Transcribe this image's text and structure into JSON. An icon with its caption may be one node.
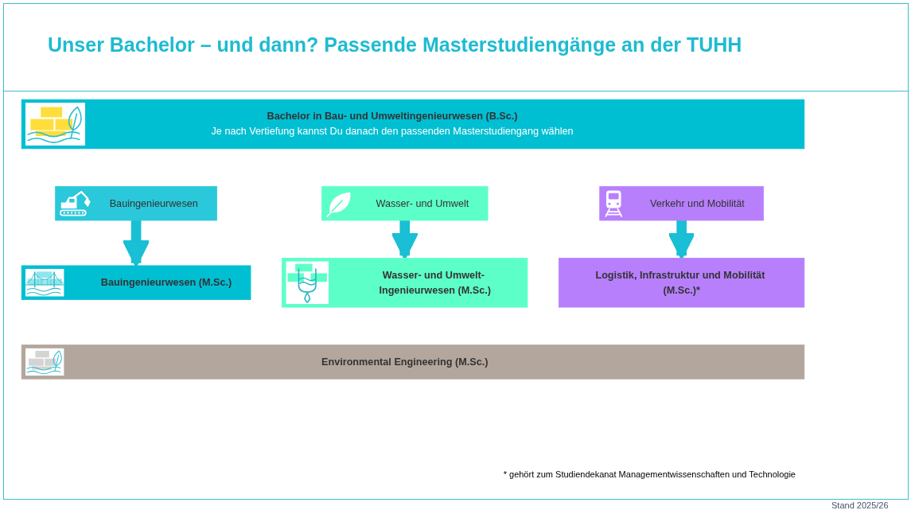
{
  "diagram": {
    "title": "Unser Bachelor – und dann? Passende Masterstudiengänge an der TUHH",
    "nodes": [
      {
        "text": [
          "Bachelor in Bau- und Umweltingenieurwesen (B.Sc.)",
          "Je nach Vertiefung kannst Du danach den passenden Masterstudiengang wählen"
        ]
      },
      {
        "text": [
          "Bauingenieurwesen"
        ]
      },
      {
        "text": [
          "Wasser- und Umwelt"
        ]
      },
      {
        "text": [
          "Verkehr und Mobilität"
        ]
      },
      {
        "text": [
          "Bauingenieurwesen (M.Sc.)"
        ]
      },
      {
        "text": [
          "Wasser- und Umwelt- Ingenieurwesen (M.Sc.)"
        ]
      },
      {
        "text": [
          "Logistik, Infrastruktur und Mobilität (M.Sc.)*"
        ]
      },
      {
        "text": [
          "Environmental Engineering (M.Sc.)"
        ]
      }
    ],
    "edges": [
      {
        "from": 1,
        "to": 4,
        "arrow": "to"
      },
      {
        "from": 2,
        "to": 5,
        "arrow": "to"
      },
      {
        "from": 3,
        "to": 6,
        "arrow": "to"
      }
    ],
    "labels": [
      "* gehört zum Studiendekanat Managementwissenschaften und Technologie",
      "Stand 2025/26"
    ]
  }
}
